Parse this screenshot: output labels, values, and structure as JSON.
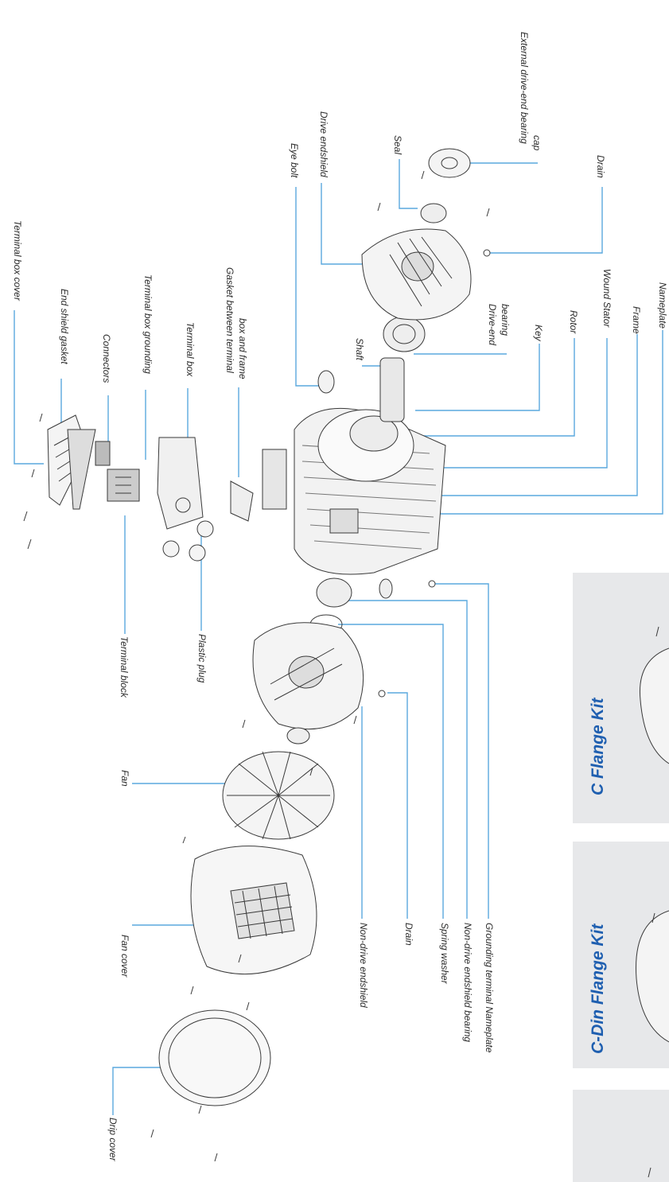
{
  "labels": {
    "terminal_box_cover": "Terminal box cover",
    "end_shield_gasket": "End shield gasket",
    "connectors": "Connectors",
    "terminal_box_grounding": "Terminal box grounding",
    "terminal_box": "Terminal box",
    "gasket_line1": "Gasket between terminal",
    "gasket_line2": "box and frame",
    "eye_bolt": "Eye bolt",
    "drive_endshield": "Drive endshield",
    "seal": "Seal",
    "external_cap_line1": "External drive-end bearing",
    "external_cap_line2": "cap",
    "drain_top": "Drain",
    "drive_end_bearing_line1": "Drive-end",
    "drive_end_bearing_line2": "bearing",
    "shaft": "Shaft",
    "key": "Key",
    "rotor": "Rotor",
    "wound_stator": "Wound Stator",
    "frame": "Frame",
    "nameplate": "Nameplate",
    "terminal_block": "Terminal block",
    "plastic_plug": "Plastic plug",
    "fan": "Fan",
    "fan_cover": "Fan cover",
    "drip_cover": "Drip cover",
    "non_drive_endshield": "Non-drive endshield",
    "drain_bottom": "Drain",
    "spring_washer": "Spring washer",
    "non_drive_bearing": "Non-drive endshield bearing",
    "grounding_nameplate": "Grounding terminal Nameplate"
  },
  "kits": {
    "c_flange": "C Flange Kit",
    "c_din_flange": "C-Din Flange Kit"
  },
  "colors": {
    "leader": "#5aa9de",
    "kit_title": "#1f5fb0",
    "kit_panel": "#e7e8ea",
    "drawing": "#3a3a3a"
  }
}
